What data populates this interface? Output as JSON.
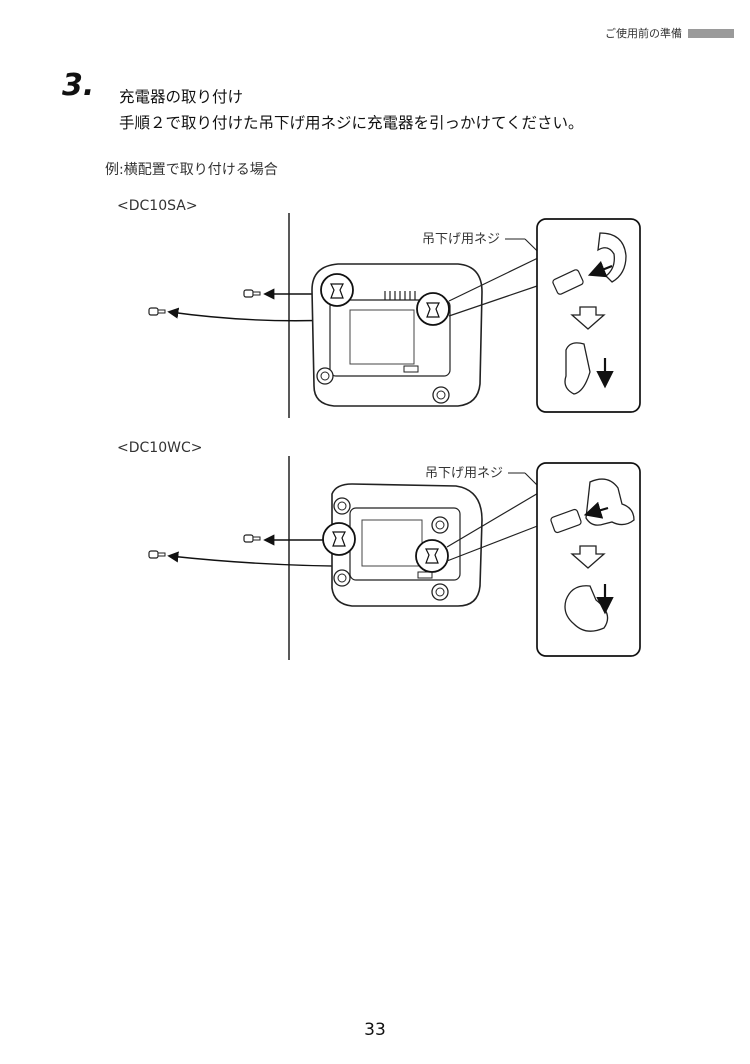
{
  "header": {
    "section": "ご使用前の準備"
  },
  "step": {
    "number": "3.",
    "title": "充電器の取り付け",
    "description": "手順２で取り付けた吊下げ用ネジに充電器を引っかけてください。"
  },
  "example_caption": "例:横配置で取り付ける場合",
  "figures": [
    {
      "model": "<DC10SA>",
      "screw_label": "吊下げ用ネジ"
    },
    {
      "model": "<DC10WC>",
      "screw_label": "吊下げ用ネジ"
    }
  ],
  "page_number": "33"
}
